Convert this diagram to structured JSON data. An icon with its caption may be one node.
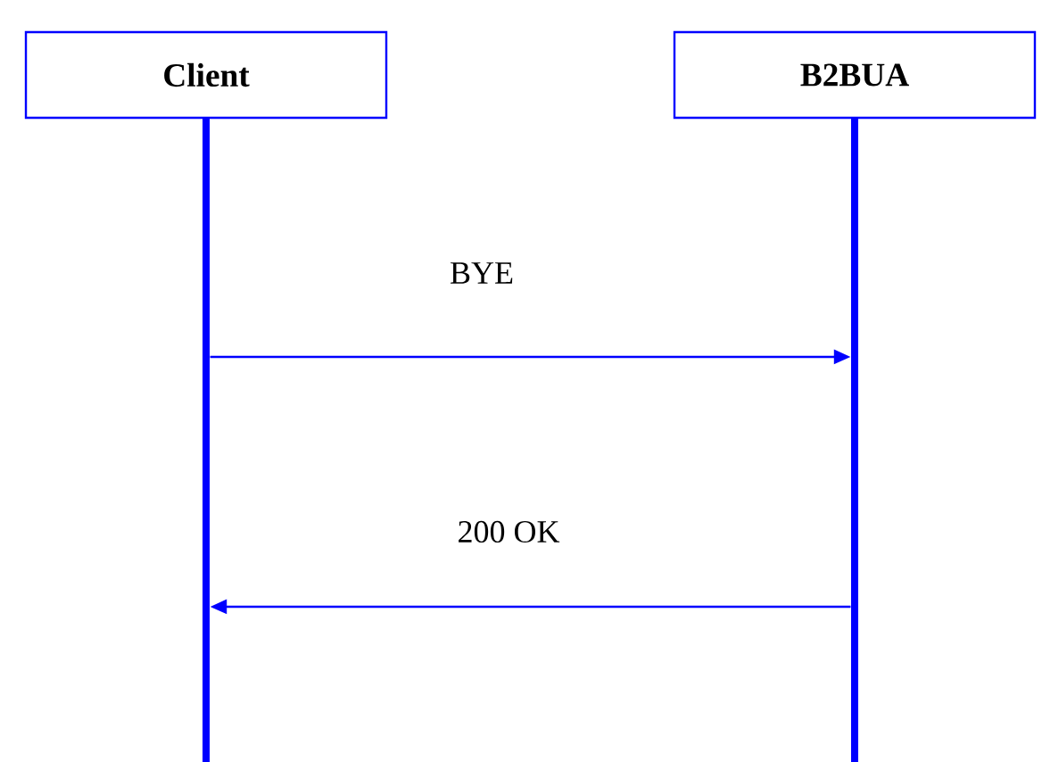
{
  "diagram": {
    "nodes": [
      {
        "text": [
          "Client"
        ]
      },
      {
        "text": [
          "B2BUA"
        ]
      },
      {
        "text": [],
        "shape": "bar"
      },
      {
        "text": [],
        "shape": "bar"
      }
    ],
    "edges": [
      {
        "from": 2,
        "to": 3,
        "arrow": "to",
        "label": "BYE"
      },
      {
        "from": 3,
        "to": 2,
        "arrow": "to",
        "label": "200 OK"
      }
    ]
  }
}
